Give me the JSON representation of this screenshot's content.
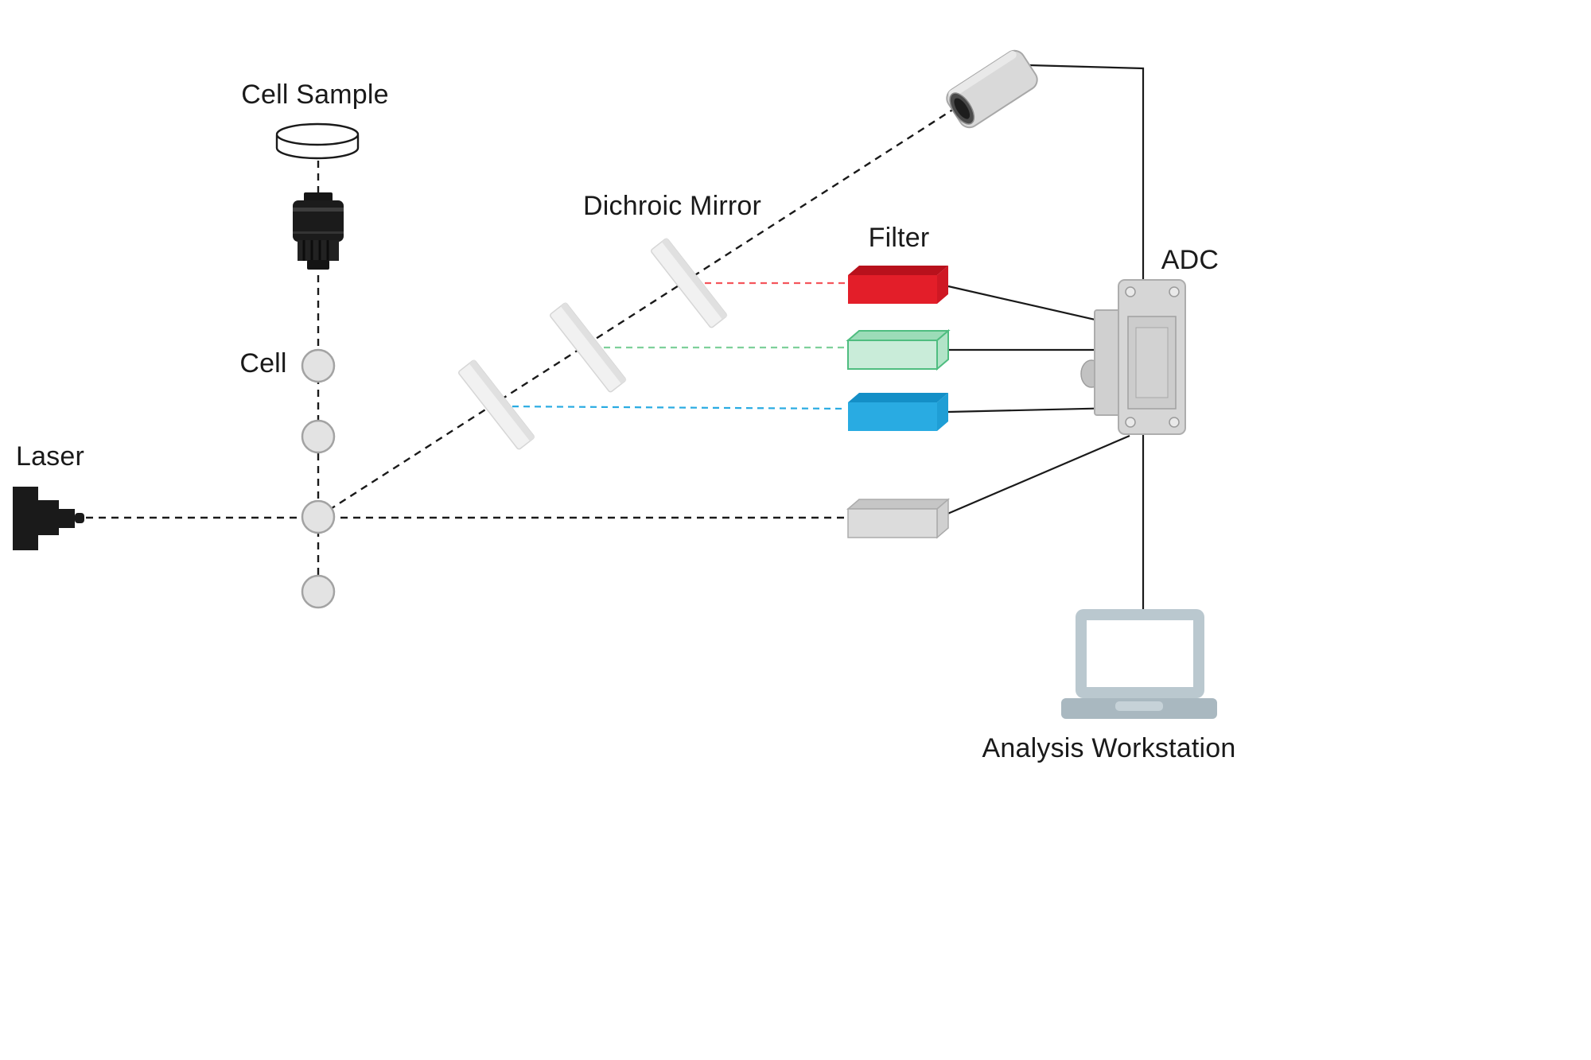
{
  "title": "Flow cytometry optical path diagram",
  "labels": {
    "cell_sample": "Cell Sample",
    "dichroic_mirror": "Dichroic Mirror",
    "filter": "Filter",
    "adc": "ADC",
    "laser": "Laser",
    "cell": "Cell",
    "analysis_workstation": "Analysis Workstation"
  },
  "colors": {
    "beam": "#1a1a1a",
    "wire": "#1a1a1a",
    "red_beam": "#f4555c",
    "green_beam": "#7ed09a",
    "blue_beam": "#29abe2",
    "mirror_face": "#f1f1f1",
    "mirror_edge": "#e0e0e0",
    "cell_fill": "#e3e3e3",
    "cell_stroke": "#a3a3a3",
    "filter_red": {
      "front": "#e31e29",
      "top": "#b8111c",
      "side": "#cf1824"
    },
    "filter_green": {
      "front": "#c9ecd9",
      "top": "#9cdcb8",
      "side": "#b2e4c8"
    },
    "filter_blue": {
      "front": "#29abe2",
      "top": "#148fc7",
      "side": "#1f9ed5"
    },
    "filter_gray": {
      "front": "#dcdcdc",
      "top": "#c6c6c6",
      "side": "#d0d0d0"
    },
    "device_gray": "#d6d6d6",
    "laptop_frame": "#bac8cf",
    "laptop_base": "#a9b8c0",
    "laptop_screen": "#ffffff"
  }
}
